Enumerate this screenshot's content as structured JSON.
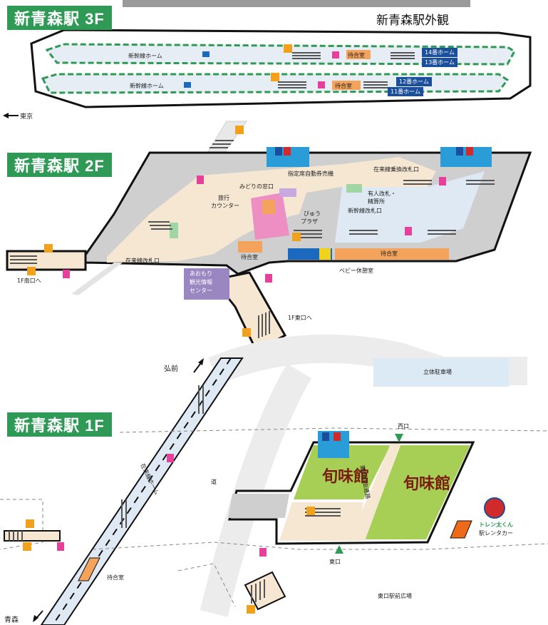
{
  "floor3": {
    "badge": "新青森駅 3F",
    "exterior_caption": "新青森駅外観",
    "platform_label_a": "新幹線ホーム",
    "platform_label_b": "新幹線ホーム",
    "waiting_a": "待合室",
    "waiting_b": "待合室",
    "track_14": "14番ホーム",
    "track_13": "13番ホーム",
    "track_12": "12番ホーム",
    "track_11": "11番ホーム",
    "tokyo": "東京"
  },
  "floor2": {
    "badge": "新青森駅 2F",
    "ticket_machine": "指定席自動券売機",
    "conv_gate": "在来線乗換改札口",
    "midori": "みどりの窓口",
    "travel_counter_1": "旅行",
    "travel_counter_2": "カウンター",
    "byu_1": "びゅう",
    "byu_2": "プラザ",
    "staffed_1": "有人改札・",
    "staffed_2": "精算所",
    "shinkansen_gate": "新幹線改札口",
    "zairai_gate": "在来線改札口",
    "waiting_left": "待合室",
    "waiting_right": "待合室",
    "baby": "ベビー休憩室",
    "tourism_1": "あおもり",
    "tourism_2": "観光情報",
    "tourism_3": "センター",
    "south_exit": "1F南口へ",
    "east_exit": "1F東口へ"
  },
  "floor1": {
    "badge": "新青森駅 1F",
    "hirosaki": "弘前",
    "parking": "立体駐車場",
    "west_exit": "西口",
    "shop_name": "旬味館",
    "corridor": "東西自由通路",
    "zairai_home": "在来線ホーム",
    "road": "道",
    "rentacar_brand": "トレン太くん",
    "rentacar": "駅レンタカー",
    "east_exit": "東口",
    "waiting": "待合室",
    "plaza": "東口駅前広場",
    "aomori": "青森"
  },
  "colors": {
    "badge_green": "#2e9a55",
    "platform_blue": "#1b4e9b",
    "concourse_cream": "#f6e7d3",
    "gray_area": "#cfcfcf",
    "shop_green": "#a8cf55",
    "waiting_orange": "#f3a35b",
    "tourism_purple": "#9a86c0",
    "byu_pink": "#ee8fc4",
    "stairs_orange": "#f0a21e",
    "rentacar_orange": "#ef6a18"
  }
}
